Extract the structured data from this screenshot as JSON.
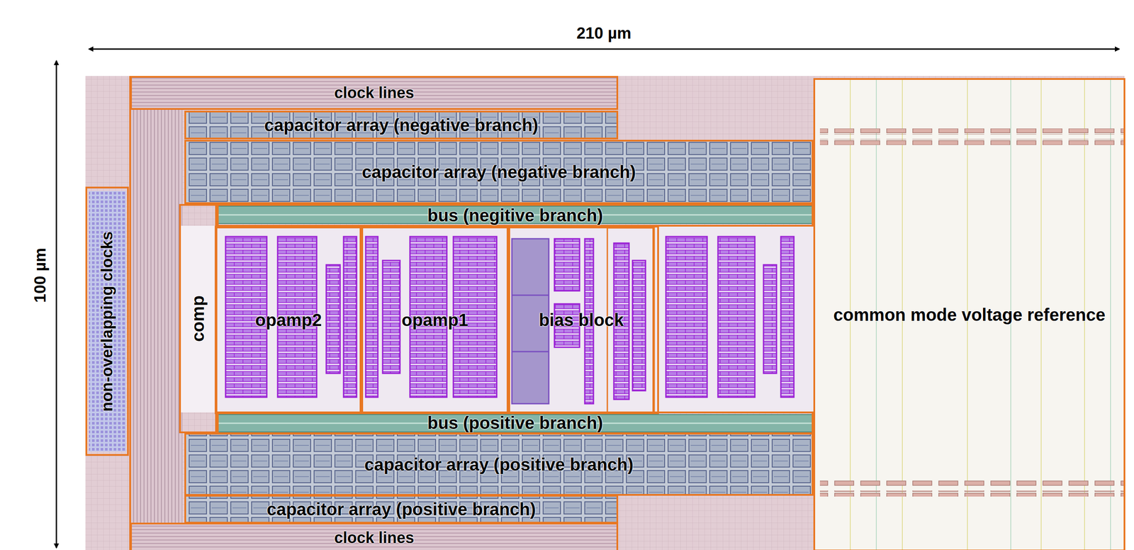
{
  "diagram": {
    "nodes": [
      {
        "text": [
          "clock lines"
        ]
      },
      {
        "text": [
          "capacitor array (negative branch)"
        ]
      },
      {
        "text": [
          "capacitor array (negative branch)"
        ]
      },
      {
        "text": [
          "bus (negitive branch)"
        ]
      },
      {
        "text": [
          "non-overlapping clocks"
        ]
      },
      {
        "text": [
          "comp"
        ]
      },
      {
        "text": [
          "opamp2"
        ]
      },
      {
        "text": [
          "opamp1"
        ]
      },
      {
        "text": [
          "bias block"
        ]
      },
      {
        "text": [
          "common mode voltage reference"
        ]
      },
      {
        "text": [
          "bus (positive branch)"
        ]
      },
      {
        "text": [
          "capacitor array (positive branch)"
        ]
      },
      {
        "text": [
          "capacitor array (positive branch)"
        ]
      },
      {
        "text": [
          "clock lines"
        ]
      }
    ],
    "labels": [
      "210 µm",
      "100 µm"
    ]
  }
}
